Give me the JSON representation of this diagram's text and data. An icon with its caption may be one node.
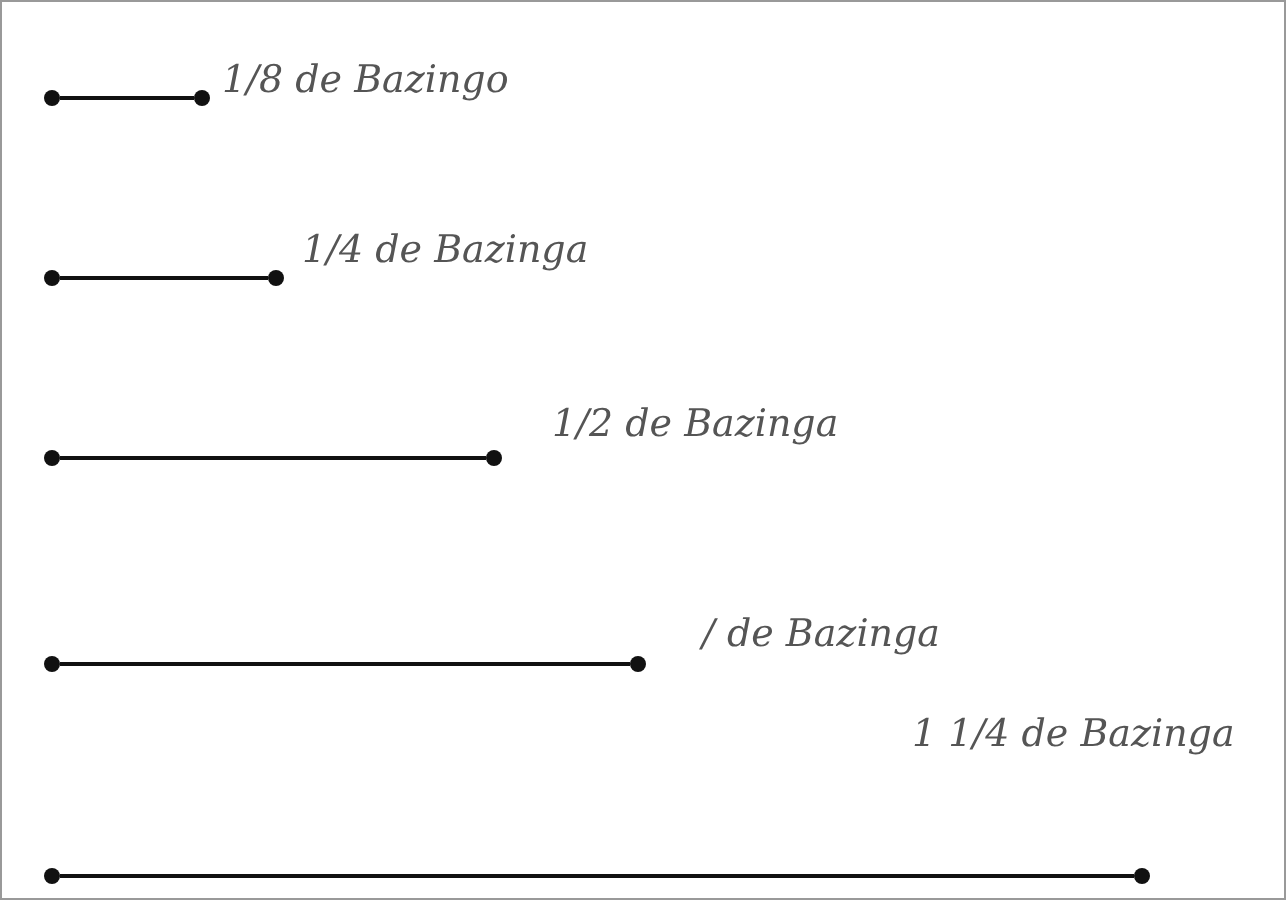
{
  "diagram": {
    "nodes": [
      {
        "text": [],
        "shape": "circle"
      },
      {
        "text": [],
        "shape": "circle",
        "beside": [
          "1/8 de Bazingo"
        ]
      },
      {
        "text": [],
        "shape": "circle"
      },
      {
        "text": [],
        "shape": "circle",
        "beside": [
          "1/4 de Bazinga"
        ]
      },
      {
        "text": [],
        "shape": "circle"
      },
      {
        "text": [],
        "shape": "circle",
        "beside": [
          "1/2 de Bazinga"
        ]
      },
      {
        "text": [],
        "shape": "circle"
      },
      {
        "text": [],
        "shape": "circle",
        "beside": [
          "/ de Bazinga"
        ]
      },
      {
        "text": [],
        "shape": "circle"
      },
      {
        "text": [],
        "shape": "circle",
        "beside": [
          "1 1/4 de Bazinga"
        ]
      }
    ],
    "edges": [
      {
        "from": 0,
        "to": 1,
        "arrow": "none"
      },
      {
        "from": 2,
        "to": 3,
        "arrow": "none"
      },
      {
        "from": 4,
        "to": 5,
        "arrow": "none"
      },
      {
        "from": 6,
        "to": 7,
        "arrow": "none"
      },
      {
        "from": 8,
        "to": 9,
        "arrow": "none"
      }
    ]
  }
}
